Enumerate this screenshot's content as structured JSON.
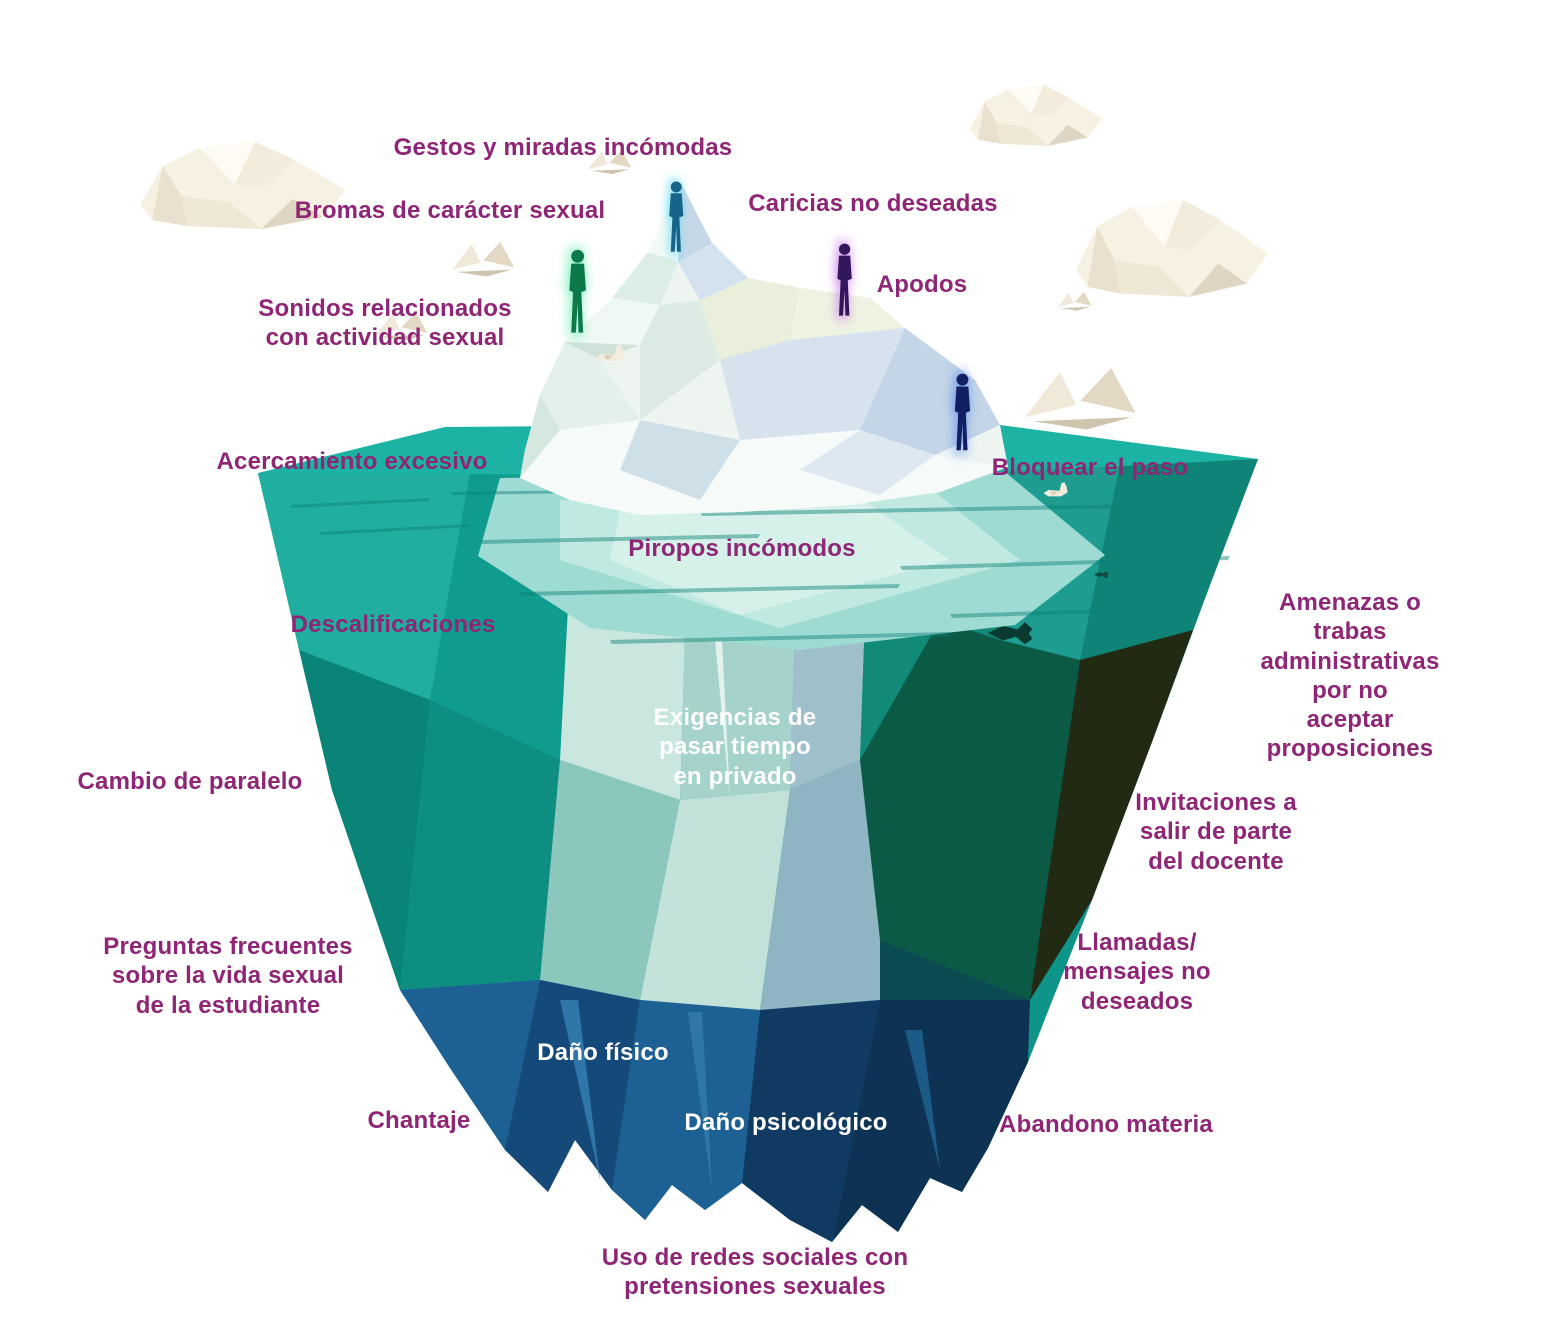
{
  "colors": {
    "purple": "#8e2575",
    "white_label": "#ffffff",
    "water_teal": "#1cb3a5",
    "ice_white": "#eef5f1",
    "dark_green": "#0b5a46",
    "deep_blue": "#113a62",
    "cloud_cream": "#f7f1e3"
  },
  "labels": {
    "gestos": "Gestos y miradas incómodas",
    "bromas": "Bromas de carácter sexual",
    "caricias": "Caricias no deseadas",
    "sonidos": "Sonidos relacionados\ncon actividad sexual",
    "apodos": "Apodos",
    "acercamiento": "Acercamiento excesivo",
    "bloquear": "Bloquear el paso",
    "piropos": "Piropos incómodos",
    "descalificaciones": "Descalificaciones",
    "amenazas": "Amenazas o trabas\nadministrativas por no\naceptar proposiciones",
    "exigencias": "Exigencias de\npasar tiempo\nen privado",
    "cambio": "Cambio de paralelo",
    "invitaciones": "Invitaciones a\nsalir de parte\ndel docente",
    "preguntas": "Preguntas frecuentes\nsobre la vida sexual\nde la estudiante",
    "llamadas": "Llamadas/\nmensajes no\ndeseados",
    "dano_fisico": "Daño físico",
    "chantaje": "Chantaje",
    "dano_psicologico": "Daño psicológico",
    "abandono": "Abandono materia",
    "redes": "Uso de redes sociales con\npretensiones sexuales"
  },
  "decorations": [
    "iceberg-illustration",
    "cloud-icon",
    "origami-bird-icon",
    "origami-duck-icon",
    "person-silhouette-icon",
    "fish-icon",
    "shark-icon",
    "water-surface"
  ]
}
